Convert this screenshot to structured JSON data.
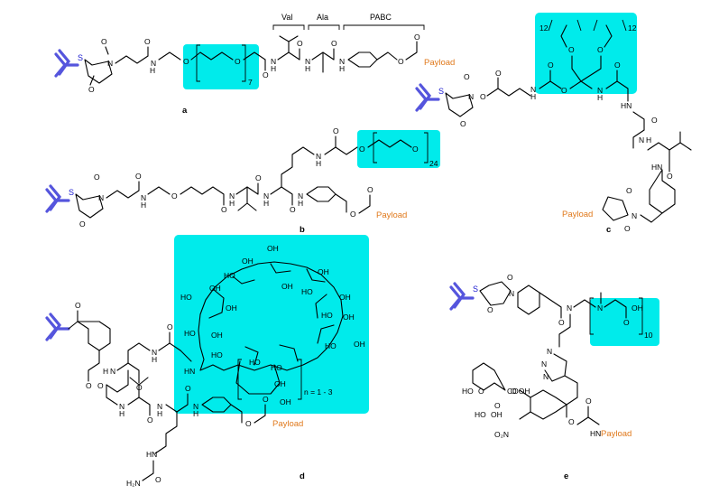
{
  "colors": {
    "highlight": "#00ebeb",
    "antibody": "#5555dd",
    "sulfur": "#1a1ad0",
    "payload": "#e0791c"
  },
  "labels": {
    "panel_a": "a",
    "panel_b": "b",
    "panel_c": "c",
    "panel_d": "d",
    "panel_e": "e",
    "payload": "Payload",
    "payload_nh": "HN–Payload",
    "seg_val": "Val",
    "seg_ala": "Ala",
    "seg_pabc": "PABC"
  },
  "repeats": {
    "a_peg": "7",
    "b_peg": "24",
    "c_peg_left": "12",
    "c_peg_right": "12",
    "d_n": "n = 1 - 3",
    "e_sar": "10"
  },
  "atoms": {
    "S": "S",
    "N": "N",
    "O": "O",
    "H": "H",
    "OH": "OH",
    "HO": "HO",
    "NH": "NH",
    "HN": "HN",
    "COOH": "COOH",
    "NO2": "O₂N",
    "H2N": "H₂N",
    "sar_oh": "OH"
  }
}
